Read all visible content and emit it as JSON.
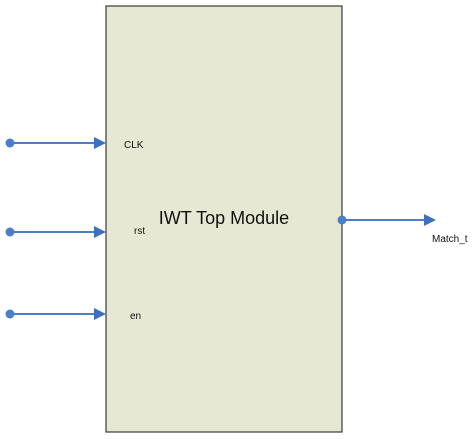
{
  "module": {
    "title": "IWT Top Module"
  },
  "inputs": [
    {
      "id": "clk",
      "label": "CLK"
    },
    {
      "id": "rst",
      "label": "rst"
    },
    {
      "id": "en",
      "label": "en"
    }
  ],
  "outputs": [
    {
      "id": "match",
      "label": "Match_t"
    }
  ],
  "colors": {
    "box_fill": "#e6e8d4",
    "wire": "#4a7fc6"
  }
}
